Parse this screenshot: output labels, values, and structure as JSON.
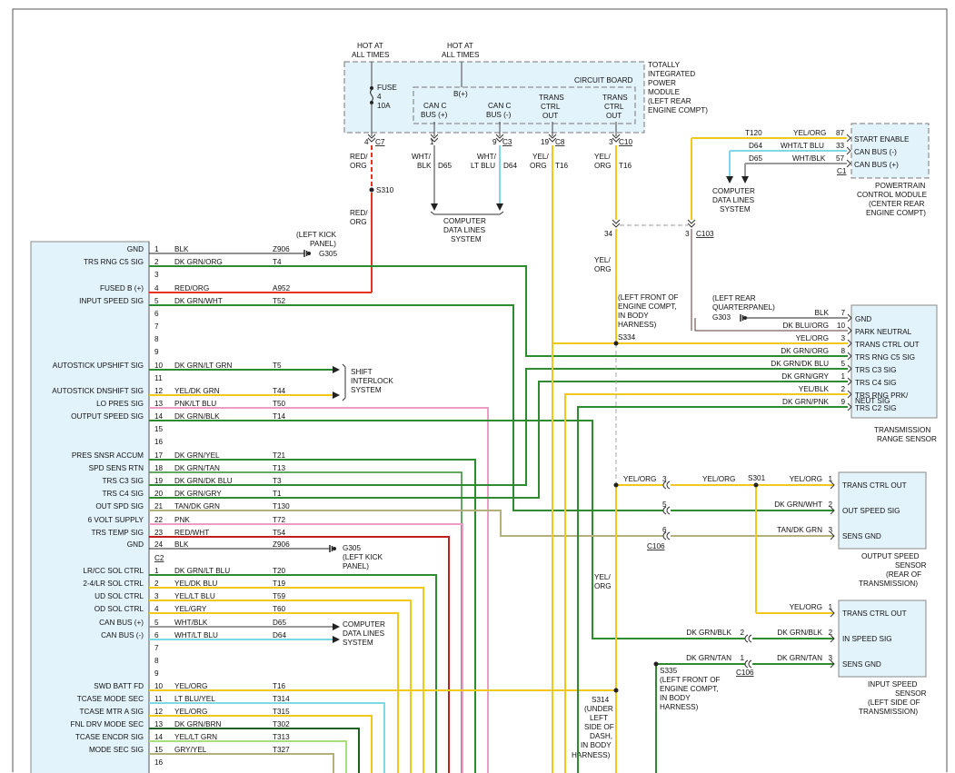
{
  "tipm": {
    "hot1": [
      "HOT AT",
      "ALL TIMES"
    ],
    "hot2": [
      "HOT AT",
      "ALL TIMES"
    ],
    "fuse": [
      "FUSE",
      "4",
      "10A"
    ],
    "circuit_board": "CIRCUIT BOARD",
    "bplus": "B(+)",
    "can_c_plus": [
      "CAN C",
      "BUS (+)"
    ],
    "can_c_minus": [
      "CAN C",
      "BUS (-)"
    ],
    "trans_ctrl_out1": [
      "TRANS",
      "CTRL",
      "OUT"
    ],
    "trans_ctrl_out2": [
      "TRANS",
      "CTRL",
      "OUT"
    ],
    "title": [
      "TOTALLY",
      "INTEGRATED",
      "POWER",
      "MODULE",
      "(LEFT REAR",
      "ENGINE COMPT)"
    ],
    "pins": [
      "4",
      "1",
      "9",
      "19",
      "3"
    ],
    "conns": [
      "C7",
      "C3",
      "C8",
      "C10"
    ]
  },
  "tipm_wires": {
    "w1": [
      "RED/",
      "ORG"
    ],
    "w2": [
      "WHT/",
      "BLK"
    ],
    "w2c": "D65",
    "w3": [
      "WHT/",
      "LT BLU"
    ],
    "w3c": "D64",
    "w4": [
      "YEL/",
      "ORG"
    ],
    "w4c": "T16",
    "w5": [
      "YEL/",
      "ORG"
    ],
    "w5c": "T16",
    "s310": "S310",
    "w1b": [
      "RED/",
      "ORG"
    ],
    "cdl": [
      "COMPUTER",
      "DATA LINES",
      "SYSTEM"
    ],
    "pin34": "34",
    "w5b": [
      "YEL/",
      "ORG"
    ],
    "pin3": "3",
    "c103": "C103"
  },
  "pcm": {
    "rows": [
      {
        "circuit": "T120",
        "color": "YEL/ORG",
        "pin": "87",
        "label": "START ENABLE"
      },
      {
        "circuit": "D64",
        "color": "WHT/LT BLU",
        "pin": "33",
        "label": "CAN BUS (-)"
      },
      {
        "circuit": "D65",
        "color": "WHT/BLK",
        "pin": "57",
        "label": "CAN BUS (+)"
      }
    ],
    "conn": "C1",
    "title": [
      "POWERTRAIN",
      "CONTROL MODULE",
      "(CENTER REAR",
      "ENGINE COMPT)"
    ],
    "cdl": [
      "COMPUTER",
      "DATA LINES",
      "SYSTEM"
    ]
  },
  "left_module": {
    "c1_labels": [
      {
        "pin": "1",
        "label": "GND",
        "color": "BLK",
        "circuit": "Z906"
      },
      {
        "pin": "2",
        "label": "TRS RNG C5 SIG",
        "color": "DK GRN/ORG",
        "circuit": "T4"
      },
      {
        "pin": "3",
        "label": "",
        "color": "",
        "circuit": ""
      },
      {
        "pin": "4",
        "label": "FUSED B (+)",
        "color": "RED/ORG",
        "circuit": "A952"
      },
      {
        "pin": "5",
        "label": "INPUT SPEED SIG",
        "color": "DK GRN/WHT",
        "circuit": "T52"
      },
      {
        "pin": "6",
        "label": "",
        "color": "",
        "circuit": ""
      },
      {
        "pin": "7",
        "label": "",
        "color": "",
        "circuit": ""
      },
      {
        "pin": "8",
        "label": "",
        "color": "",
        "circuit": ""
      },
      {
        "pin": "9",
        "label": "",
        "color": "",
        "circuit": ""
      },
      {
        "pin": "10",
        "label": "AUTOSTICK UPSHIFT SIG",
        "color": "DK GRN/LT GRN",
        "circuit": "T5"
      },
      {
        "pin": "11",
        "label": "",
        "color": "",
        "circuit": ""
      },
      {
        "pin": "12",
        "label": "AUTOSTICK DNSHIFT SIG",
        "color": "YEL/DK GRN",
        "circuit": "T44"
      },
      {
        "pin": "13",
        "label": "LO PRES SIG",
        "color": "PNK/LT BLU",
        "circuit": "T50"
      },
      {
        "pin": "14",
        "label": "OUTPUT SPEED SIG",
        "color": "DK GRN/BLK",
        "circuit": "T14"
      },
      {
        "pin": "15",
        "label": "",
        "color": "",
        "circuit": ""
      },
      {
        "pin": "16",
        "label": "",
        "color": "",
        "circuit": ""
      },
      {
        "pin": "17",
        "label": "PRES SNSR ACCUM",
        "color": "DK GRN/YEL",
        "circuit": "T21"
      },
      {
        "pin": "18",
        "label": "SPD SENS RTN",
        "color": "DK GRN/TAN",
        "circuit": "T13"
      },
      {
        "pin": "19",
        "label": "TRS C3 SIG",
        "color": "DK GRN/DK BLU",
        "circuit": "T3"
      },
      {
        "pin": "20",
        "label": "TRS C4 SIG",
        "color": "DK GRN/GRY",
        "circuit": "T1"
      },
      {
        "pin": "21",
        "label": "OUT SPD SIG",
        "color": "TAN/DK GRN",
        "circuit": "T130"
      },
      {
        "pin": "22",
        "label": "6 VOLT SUPPLY",
        "color": "PNK",
        "circuit": "T72"
      },
      {
        "pin": "23",
        "label": "TRS TEMP SIG",
        "color": "RED/WHT",
        "circuit": "T54"
      },
      {
        "pin": "24",
        "label": "GND",
        "color": "BLK",
        "circuit": "Z906"
      }
    ],
    "c2": "C2",
    "c2_labels": [
      {
        "pin": "1",
        "label": "LR/CC SOL CTRL",
        "color": "DK GRN/LT BLU",
        "circuit": "T20"
      },
      {
        "pin": "2",
        "label": "2-4/LR SOL CTRL",
        "color": "YEL/DK BLU",
        "circuit": "T19"
      },
      {
        "pin": "3",
        "label": "UD SOL CTRL",
        "color": "YEL/LT BLU",
        "circuit": "T59"
      },
      {
        "pin": "4",
        "label": "OD SOL CTRL",
        "color": "YEL/GRY",
        "circuit": "T60"
      },
      {
        "pin": "5",
        "label": "CAN BUS (+)",
        "color": "WHT/BLK",
        "circuit": "D65"
      },
      {
        "pin": "6",
        "label": "CAN BUS (-)",
        "color": "WHT/LT BLU",
        "circuit": "D64"
      },
      {
        "pin": "7",
        "label": "",
        "color": "",
        "circuit": ""
      },
      {
        "pin": "8",
        "label": "",
        "color": "",
        "circuit": ""
      },
      {
        "pin": "9",
        "label": "",
        "color": "",
        "circuit": ""
      },
      {
        "pin": "10",
        "label": "SWD BATT FD",
        "color": "YEL/ORG",
        "circuit": "T16"
      },
      {
        "pin": "11",
        "label": "TCASE MODE SEC",
        "color": "LT BLU/YEL",
        "circuit": "T314"
      },
      {
        "pin": "12",
        "label": "TCASE MTR A SIG",
        "color": "YEL/ORG",
        "circuit": "T315"
      },
      {
        "pin": "13",
        "label": "FNL DRV MODE SEC",
        "color": "DK GRN/BRN",
        "circuit": "T302"
      },
      {
        "pin": "14",
        "label": "TCASE ENCDR SIG",
        "color": "YEL/LT GRN",
        "circuit": "T313"
      },
      {
        "pin": "15",
        "label": "MODE SEC SIG",
        "color": "GRY/YEL",
        "circuit": "T327"
      },
      {
        "pin": "16",
        "label": "",
        "color": "",
        "circuit": ""
      }
    ]
  },
  "misc": {
    "left_kick": [
      "(LEFT KICK",
      "PANEL)"
    ],
    "g305": "G305",
    "g305b": "G305",
    "left_kick2": [
      "(LEFT KICK",
      "PANEL)"
    ],
    "shift_interlock": [
      "SHIFT",
      "INTERLOCK",
      "SYSTEM"
    ],
    "cdl": [
      "COMPUTER",
      "DATA LINES",
      "SYSTEM"
    ],
    "lfec_s334": [
      "(LEFT FRONT OF",
      "ENGINE COMPT,",
      "IN BODY",
      "HARNESS)"
    ],
    "s334": "S334",
    "lrqp": [
      "(LEFT REAR",
      "QUARTERPANEL)"
    ],
    "g303": "G303",
    "s301": "S301",
    "s335": "S335",
    "s335_loc": [
      "(LEFT FRONT OF",
      "ENGINE COMPT,",
      "IN BODY",
      "HARNESS)"
    ],
    "s314": "S314",
    "s314_loc": [
      "(UNDER",
      "LEFT",
      "SIDE OF",
      "DASH,",
      "IN BODY",
      "HARNESS)"
    ],
    "yel_org_v": [
      "YEL/",
      "ORG"
    ],
    "c106": "C106",
    "c106b": "C106"
  },
  "trs": {
    "rows": [
      {
        "color": "BLK",
        "pin": "7",
        "label": "GND"
      },
      {
        "color": "DK BLU/ORG",
        "pin": "10",
        "label": "PARK NEUTRAL"
      },
      {
        "color": "YEL/ORG",
        "pin": "3",
        "label": "TRANS CTRL OUT"
      },
      {
        "color": "DK GRN/ORG",
        "pin": "8",
        "label": "TRS RNG C5 SIG"
      },
      {
        "color": "DK GRN/DK BLU",
        "pin": "5",
        "label": "TRS C3 SIG"
      },
      {
        "color": "DK GRN/GRY",
        "pin": "1",
        "label": "TRS C4 SIG"
      },
      {
        "color": "YEL/BLK",
        "pin": "2",
        "label": "TRS RNG PRK/"
      },
      {
        "color": "DK GRN/PNK",
        "pin": "9",
        "label": "TRS C2 SIG"
      }
    ],
    "label_extra": "NEUT SIG",
    "title": [
      "TRANSMISSION",
      "RANGE SENSOR"
    ]
  },
  "oss": {
    "rows": [
      {
        "color_l": "YEL/ORG",
        "pin_l": "3",
        "color_r": "YEL/ORG",
        "pin": "1",
        "label": "TRANS CTRL OUT"
      },
      {
        "color_l": "",
        "pin_l": "5",
        "color_r": "DK GRN/WHT",
        "pin": "2",
        "label": "OUT SPEED SIG"
      },
      {
        "color_l": "",
        "pin_l": "6",
        "color_r": "TAN/DK GRN",
        "pin": "3",
        "label": "SENS GND"
      }
    ],
    "title": [
      "OUTPUT SPEED",
      "SENSOR",
      "(REAR OF",
      "TRANSMISSION)"
    ]
  },
  "iss": {
    "rows": [
      {
        "color_r": "YEL/ORG",
        "pin": "1",
        "label": "TRANS CTRL OUT"
      },
      {
        "color_l": "DK GRN/BLK",
        "pin_l": "2",
        "color_r": "DK GRN/BLK",
        "pin": "2",
        "label": "IN SPEED SIG"
      },
      {
        "color_l": "DK GRN/TAN",
        "pin_l": "1",
        "color_r": "DK GRN/TAN",
        "pin": "3",
        "label": "SENS GND"
      }
    ],
    "title": [
      "INPUT SPEED",
      "SENSOR",
      "(LEFT SIDE OF",
      "TRANSMISSION)"
    ]
  },
  "colors": {
    "module_fill": "#e3f3fb",
    "red": "#e8331f",
    "green": "#2e8b2e",
    "yellow": "#f2c81a",
    "gray": "#9a9a9a",
    "cyan": "#7fd8e6",
    "pink": "#ef9cc4",
    "darkred": "#c11f1f",
    "tan": "#b5b07a",
    "ltgreen": "#a7e07a",
    "dkgreen": "#1f5f1f",
    "maroon": "#5a3a3a"
  }
}
